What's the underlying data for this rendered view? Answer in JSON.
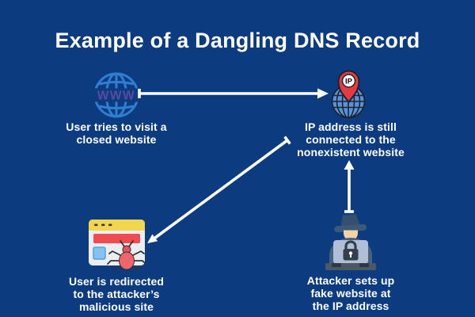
{
  "title": "Example of a Dangling DNS Record",
  "nodes": {
    "www_globe": {
      "icon": "globe-www-icon",
      "icon_text": "WWW",
      "label_lines": [
        "User tries to visit a",
        "closed website"
      ]
    },
    "ip_globe": {
      "icon": "globe-ip-pin-icon",
      "pin_text": "IP",
      "label_lines": [
        "IP address is still",
        "connected to the",
        "nonexistent website"
      ]
    },
    "malicious_browser": {
      "icon": "browser-bug-icon",
      "label_lines": [
        "User is redirected",
        "to the attacker’s",
        "malicious site"
      ]
    },
    "attacker": {
      "icon": "hacker-laptop-icon",
      "label_lines": [
        "Attacker sets up",
        "fake website at",
        "the IP address"
      ]
    }
  },
  "arrows": [
    {
      "name": "www-to-ip",
      "from": "www_globe",
      "to": "ip_globe",
      "direction": "right"
    },
    {
      "name": "ip-to-browser",
      "from": "ip_globe",
      "to": "malicious_browser",
      "direction": "down-left"
    },
    {
      "name": "attacker-to-ip",
      "from": "attacker",
      "to": "ip_globe",
      "direction": "up"
    }
  ],
  "colors": {
    "background": "#0d3b80",
    "title_text": "#ffffff",
    "label_text": "#ffffff",
    "arrow": "#ffffff",
    "www_globe_wire": "#2e7fd1",
    "www_letters": "#5b4aa2",
    "ip_globe_fill": "#5a91d8",
    "ip_globe_outline": "#1c2430",
    "pin_red": "#e63a42",
    "pin_inner_circle": "#ffffff",
    "pin_letters": "#111111",
    "browser_body": "#ecedf1",
    "browser_header": "#f2d64d",
    "browser_dots": "#3a3a3a",
    "banner_red": "#ef4b53",
    "thumbnail_blue": "#85c2f0",
    "thumbnail_border": "#55a1dd",
    "bug_body": "#ee666c",
    "bug_legs": "#333333",
    "hat": "#3d5979",
    "hat_crown": "#35506e",
    "skin": "#f5d2a6",
    "shoulders": "#47627f",
    "laptop": "#b2bed5",
    "lock": "#333f4e",
    "keyhole": "#ffffff",
    "desk": "#4b5866",
    "desk_hands": "#2e3945"
  }
}
